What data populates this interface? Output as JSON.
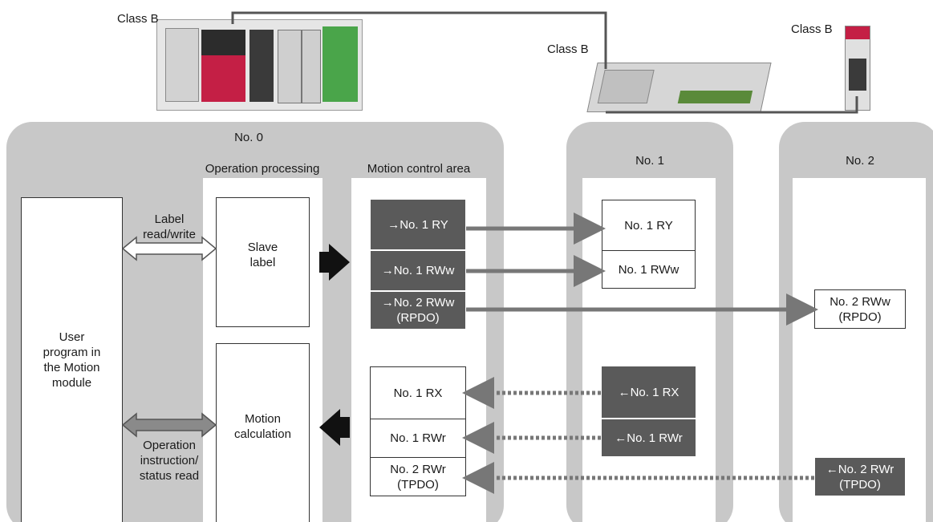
{
  "hardware": {
    "plc_label": "Class B",
    "io_module_label": "Class B",
    "servo_label": "Class B"
  },
  "stations": {
    "master_title": "No. 0",
    "slave1_title": "No. 1",
    "slave2_title": "No. 2"
  },
  "master": {
    "user_program": "User\nprogram in\nthe Motion\nmodule",
    "operation_processing_heading": "Operation processing",
    "motion_control_heading": "Motion control area",
    "slave_label": "Slave\nlabel",
    "motion_calculation": "Motion\ncalculation",
    "label_rw": "Label\nread/write",
    "operation_instruction": "Operation\ninstruction/\nstatus read",
    "send_items": [
      "→No. 1 RY",
      "→No. 1 RWw",
      "→No. 2 RWw\n(RPDO)"
    ],
    "receive_items": [
      "No. 1 RX",
      "No. 1 RWr",
      "No. 2 RWr\n(TPDO)"
    ]
  },
  "slave1": {
    "receive_items": [
      "No. 1 RY",
      "No. 1 RWw"
    ],
    "send_items": [
      "←No. 1 RX",
      "←No. 1 RWr"
    ]
  },
  "slave2": {
    "receive_item": "No. 2 RWw\n(RPDO)",
    "send_item": "←No. 2 RWr\n(TPDO)"
  },
  "colors": {
    "panel": "#c8c8c8",
    "dark_box": "#5a5a5a",
    "arrow": "#777777",
    "black_arrow": "#111111"
  }
}
